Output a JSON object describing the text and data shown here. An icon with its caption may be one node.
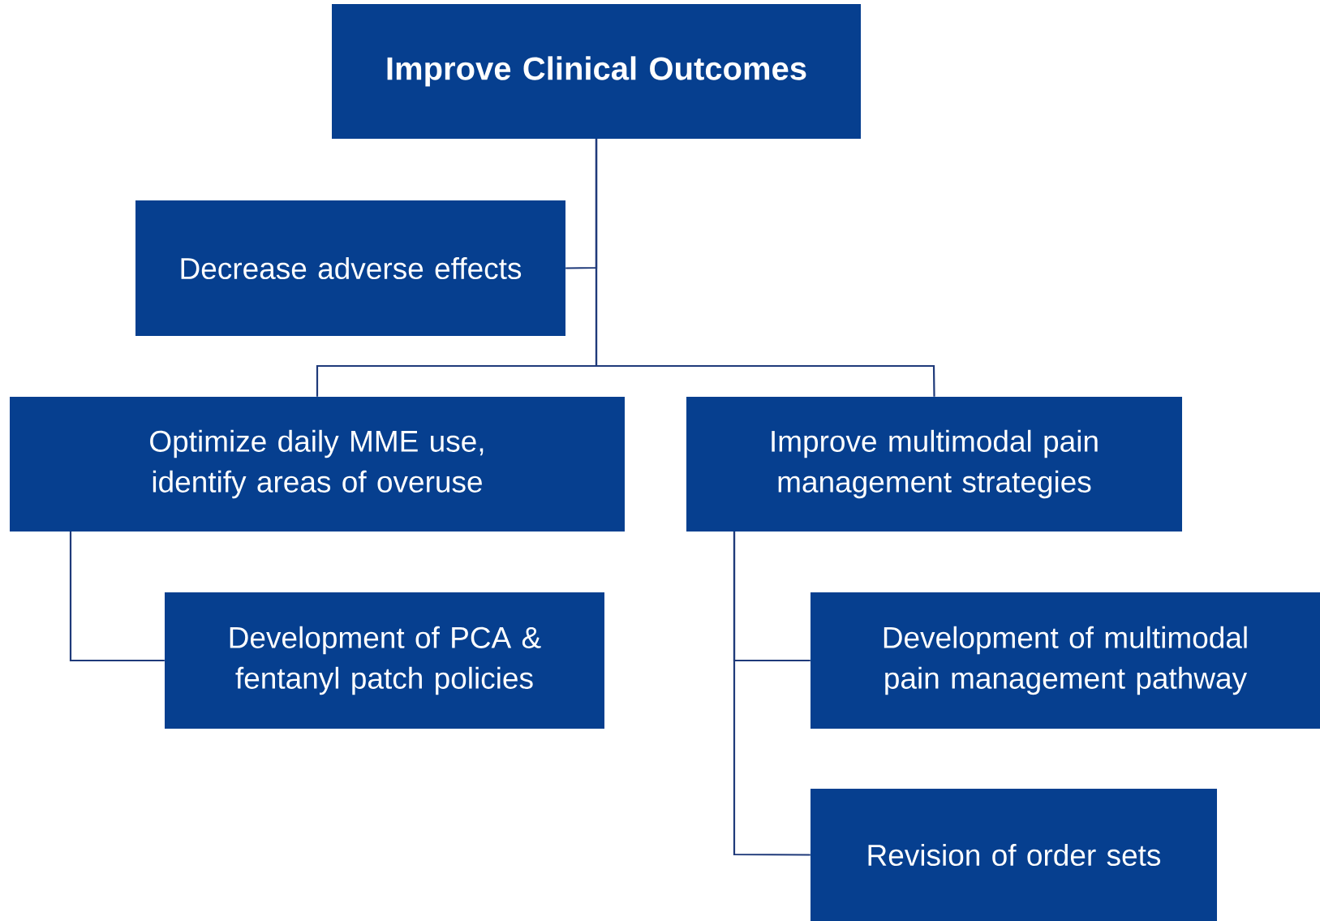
{
  "diagram": {
    "nodes": [
      {
        "text": [
          "Improve Clinical Outcomes"
        ]
      },
      {
        "text": [
          "Decrease adverse effects"
        ]
      },
      {
        "text": [
          "Optimize daily MME use, identify areas of overuse"
        ]
      },
      {
        "text": [
          "Improve multimodal pain management strategies"
        ]
      },
      {
        "text": [
          "Development of PCA & fentanyl patch policies"
        ]
      },
      {
        "text": [
          "Development of multimodal pain management pathway"
        ]
      },
      {
        "text": [
          "Revision of order sets"
        ]
      }
    ],
    "edges": [
      {
        "from": 0,
        "to": 1,
        "arrow": "none"
      },
      {
        "from": 0,
        "to": 2,
        "arrow": "none"
      },
      {
        "from": 0,
        "to": 3,
        "arrow": "none"
      },
      {
        "from": 2,
        "to": 4,
        "arrow": "none"
      },
      {
        "from": 3,
        "to": 5,
        "arrow": "none"
      },
      {
        "from": 3,
        "to": 6,
        "arrow": "none"
      }
    ]
  }
}
